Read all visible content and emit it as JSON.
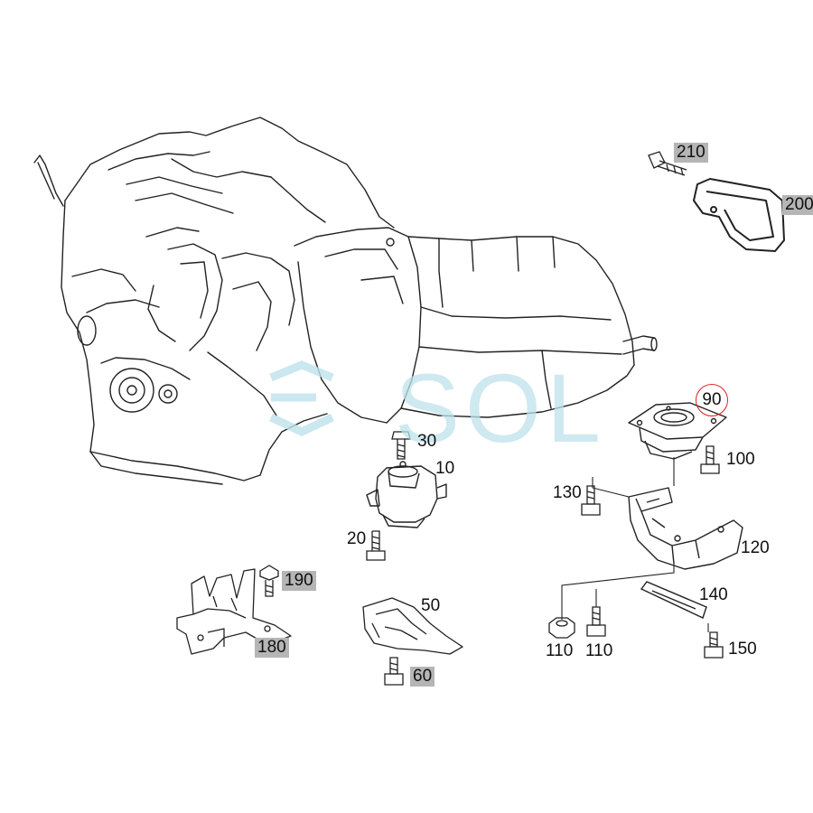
{
  "watermark": {
    "text": "SOL",
    "color": "#bfe2ec"
  },
  "highlight_color": "#e02020",
  "labels": {
    "p10": "10",
    "p20": "20",
    "p30": "30",
    "p50": "50",
    "p60": "60",
    "p90": "90",
    "p100": "100",
    "p110a": "110",
    "p110b": "110",
    "p120": "120",
    "p130": "130",
    "p140": "140",
    "p150": "150",
    "p180": "180",
    "p190": "190",
    "p200": "200",
    "p210": "210"
  }
}
